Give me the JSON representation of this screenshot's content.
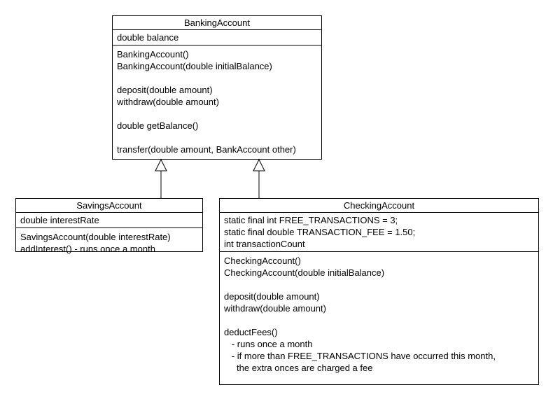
{
  "diagram": {
    "type": "uml-class-diagram",
    "classes": [
      {
        "name": "BankingAccount",
        "fields": [
          "double balance"
        ],
        "methods": [
          "BankingAccount()",
          "BankingAccount(double initialBalance)",
          "",
          "deposit(double amount)",
          "withdraw(double amount)",
          "",
          "double getBalance()",
          "",
          "transfer(double amount, BankAccount other)"
        ]
      },
      {
        "name": "SavingsAccount",
        "fields": [
          "double interestRate"
        ],
        "methods": [
          "SavingsAccount(double interestRate)",
          "addInterest() - runs once a month"
        ]
      },
      {
        "name": "CheckingAccount",
        "fields": [
          "static final int FREE_TRANSACTIONS = 3;",
          "static final double TRANSACTION_FEE = 1.50;",
          "int transactionCount"
        ],
        "methods": [
          "CheckingAccount()",
          "CheckingAccount(double initialBalance)",
          "",
          "deposit(double amount)",
          "withdraw(double amount)",
          "",
          "deductFees()",
          "   - runs once a month",
          "   - if more than FREE_TRANSACTIONS have occurred this month,",
          "     the extra onces are charged a fee"
        ]
      }
    ],
    "relations": [
      {
        "type": "inheritance",
        "from": "SavingsAccount",
        "to": "BankingAccount"
      },
      {
        "type": "inheritance",
        "from": "CheckingAccount",
        "to": "BankingAccount"
      }
    ],
    "colors": {
      "background": "#ffffff",
      "stroke": "#000000",
      "text": "#000000"
    }
  }
}
